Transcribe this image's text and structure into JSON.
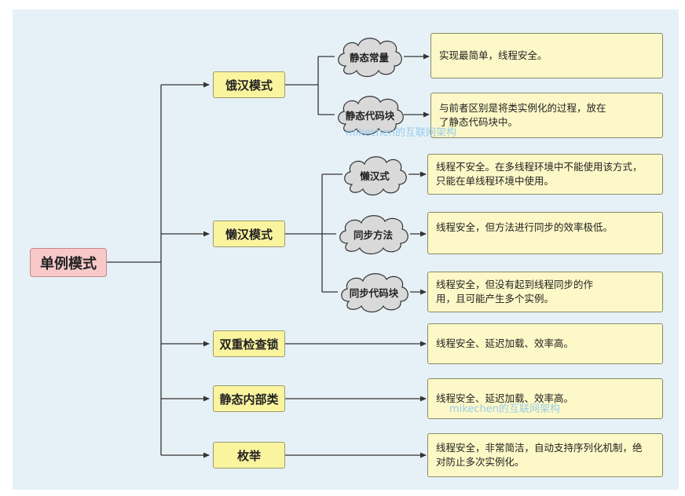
{
  "root": {
    "label": "单例模式"
  },
  "categories": [
    {
      "label": "饿汉模式"
    },
    {
      "label": "懒汉模式"
    },
    {
      "label": "双重检查锁"
    },
    {
      "label": "静态内部类"
    },
    {
      "label": "枚举"
    }
  ],
  "clouds": [
    {
      "label": "静态常量"
    },
    {
      "label": "静态代码块"
    },
    {
      "label": "懒汉式"
    },
    {
      "label": "同步方法"
    },
    {
      "label": "同步代码块"
    }
  ],
  "notes": [
    {
      "lines": [
        "实现最简单，线程安全。"
      ]
    },
    {
      "lines": [
        "与前者区别是将类实例化的过程，放在",
        "了静态代码块中。"
      ]
    },
    {
      "lines": [
        "线程不安全。在多线程环境中不能使用该方式，",
        "只能在单线程环境中使用。"
      ]
    },
    {
      "lines": [
        "线程安全，但方法进行同步的效率极低。"
      ]
    },
    {
      "lines": [
        "线程安全，但没有起到线程同步的作",
        "用，且可能产生多个实例。"
      ]
    },
    {
      "lines": [
        "线程安全、延迟加载、效率高。"
      ]
    },
    {
      "lines": [
        "线程安全、延迟加载、效率高。"
      ]
    },
    {
      "lines": [
        "线程安全，非常简洁，自动支持序列化机制，绝",
        "对防止多次实例化。"
      ]
    }
  ],
  "watermark": "mikechen的互联网架构",
  "colors": {
    "background": "#e6f1f7",
    "root_fill": "#f7c9c9",
    "category_fill": "#fbf49f",
    "note_fill": "#fdf8c7",
    "cloud_fill": "#d9d9d9",
    "line": "#333333",
    "watermark": "#8ec8ef"
  }
}
